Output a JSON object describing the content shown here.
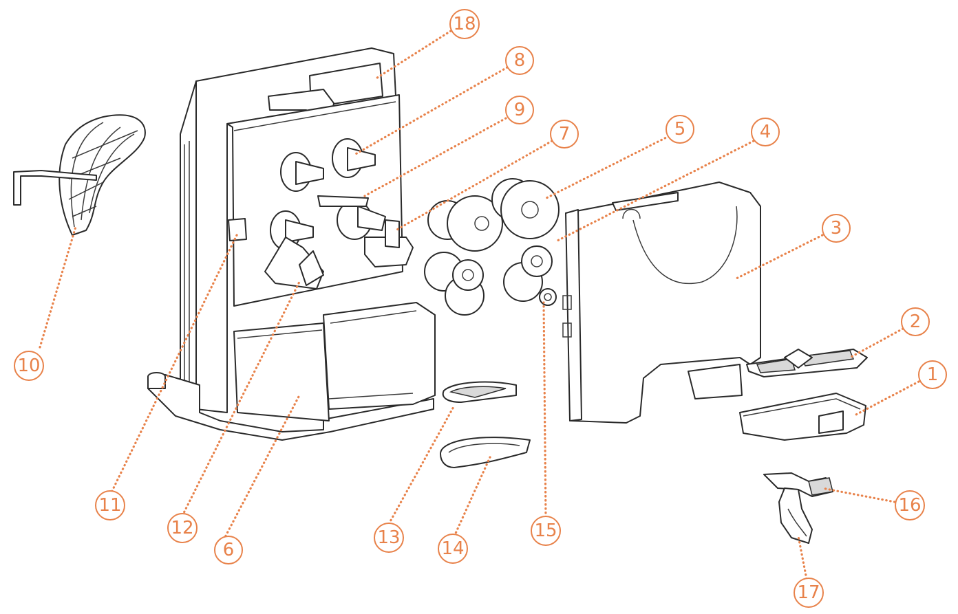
{
  "diagram": {
    "accent_color": "#e8824a",
    "line_color": "#2a2a2a",
    "callouts": [
      {
        "id": "1",
        "label": "1"
      },
      {
        "id": "2",
        "label": "2"
      },
      {
        "id": "3",
        "label": "3"
      },
      {
        "id": "4",
        "label": "4"
      },
      {
        "id": "5",
        "label": "5"
      },
      {
        "id": "6",
        "label": "6"
      },
      {
        "id": "7",
        "label": "7"
      },
      {
        "id": "8",
        "label": "8"
      },
      {
        "id": "9",
        "label": "9"
      },
      {
        "id": "10",
        "label": "10"
      },
      {
        "id": "11",
        "label": "11"
      },
      {
        "id": "12",
        "label": "12"
      },
      {
        "id": "13",
        "label": "13"
      },
      {
        "id": "14",
        "label": "14"
      },
      {
        "id": "15",
        "label": "15"
      },
      {
        "id": "16",
        "label": "16"
      },
      {
        "id": "17",
        "label": "17"
      },
      {
        "id": "18",
        "label": "18"
      }
    ]
  }
}
